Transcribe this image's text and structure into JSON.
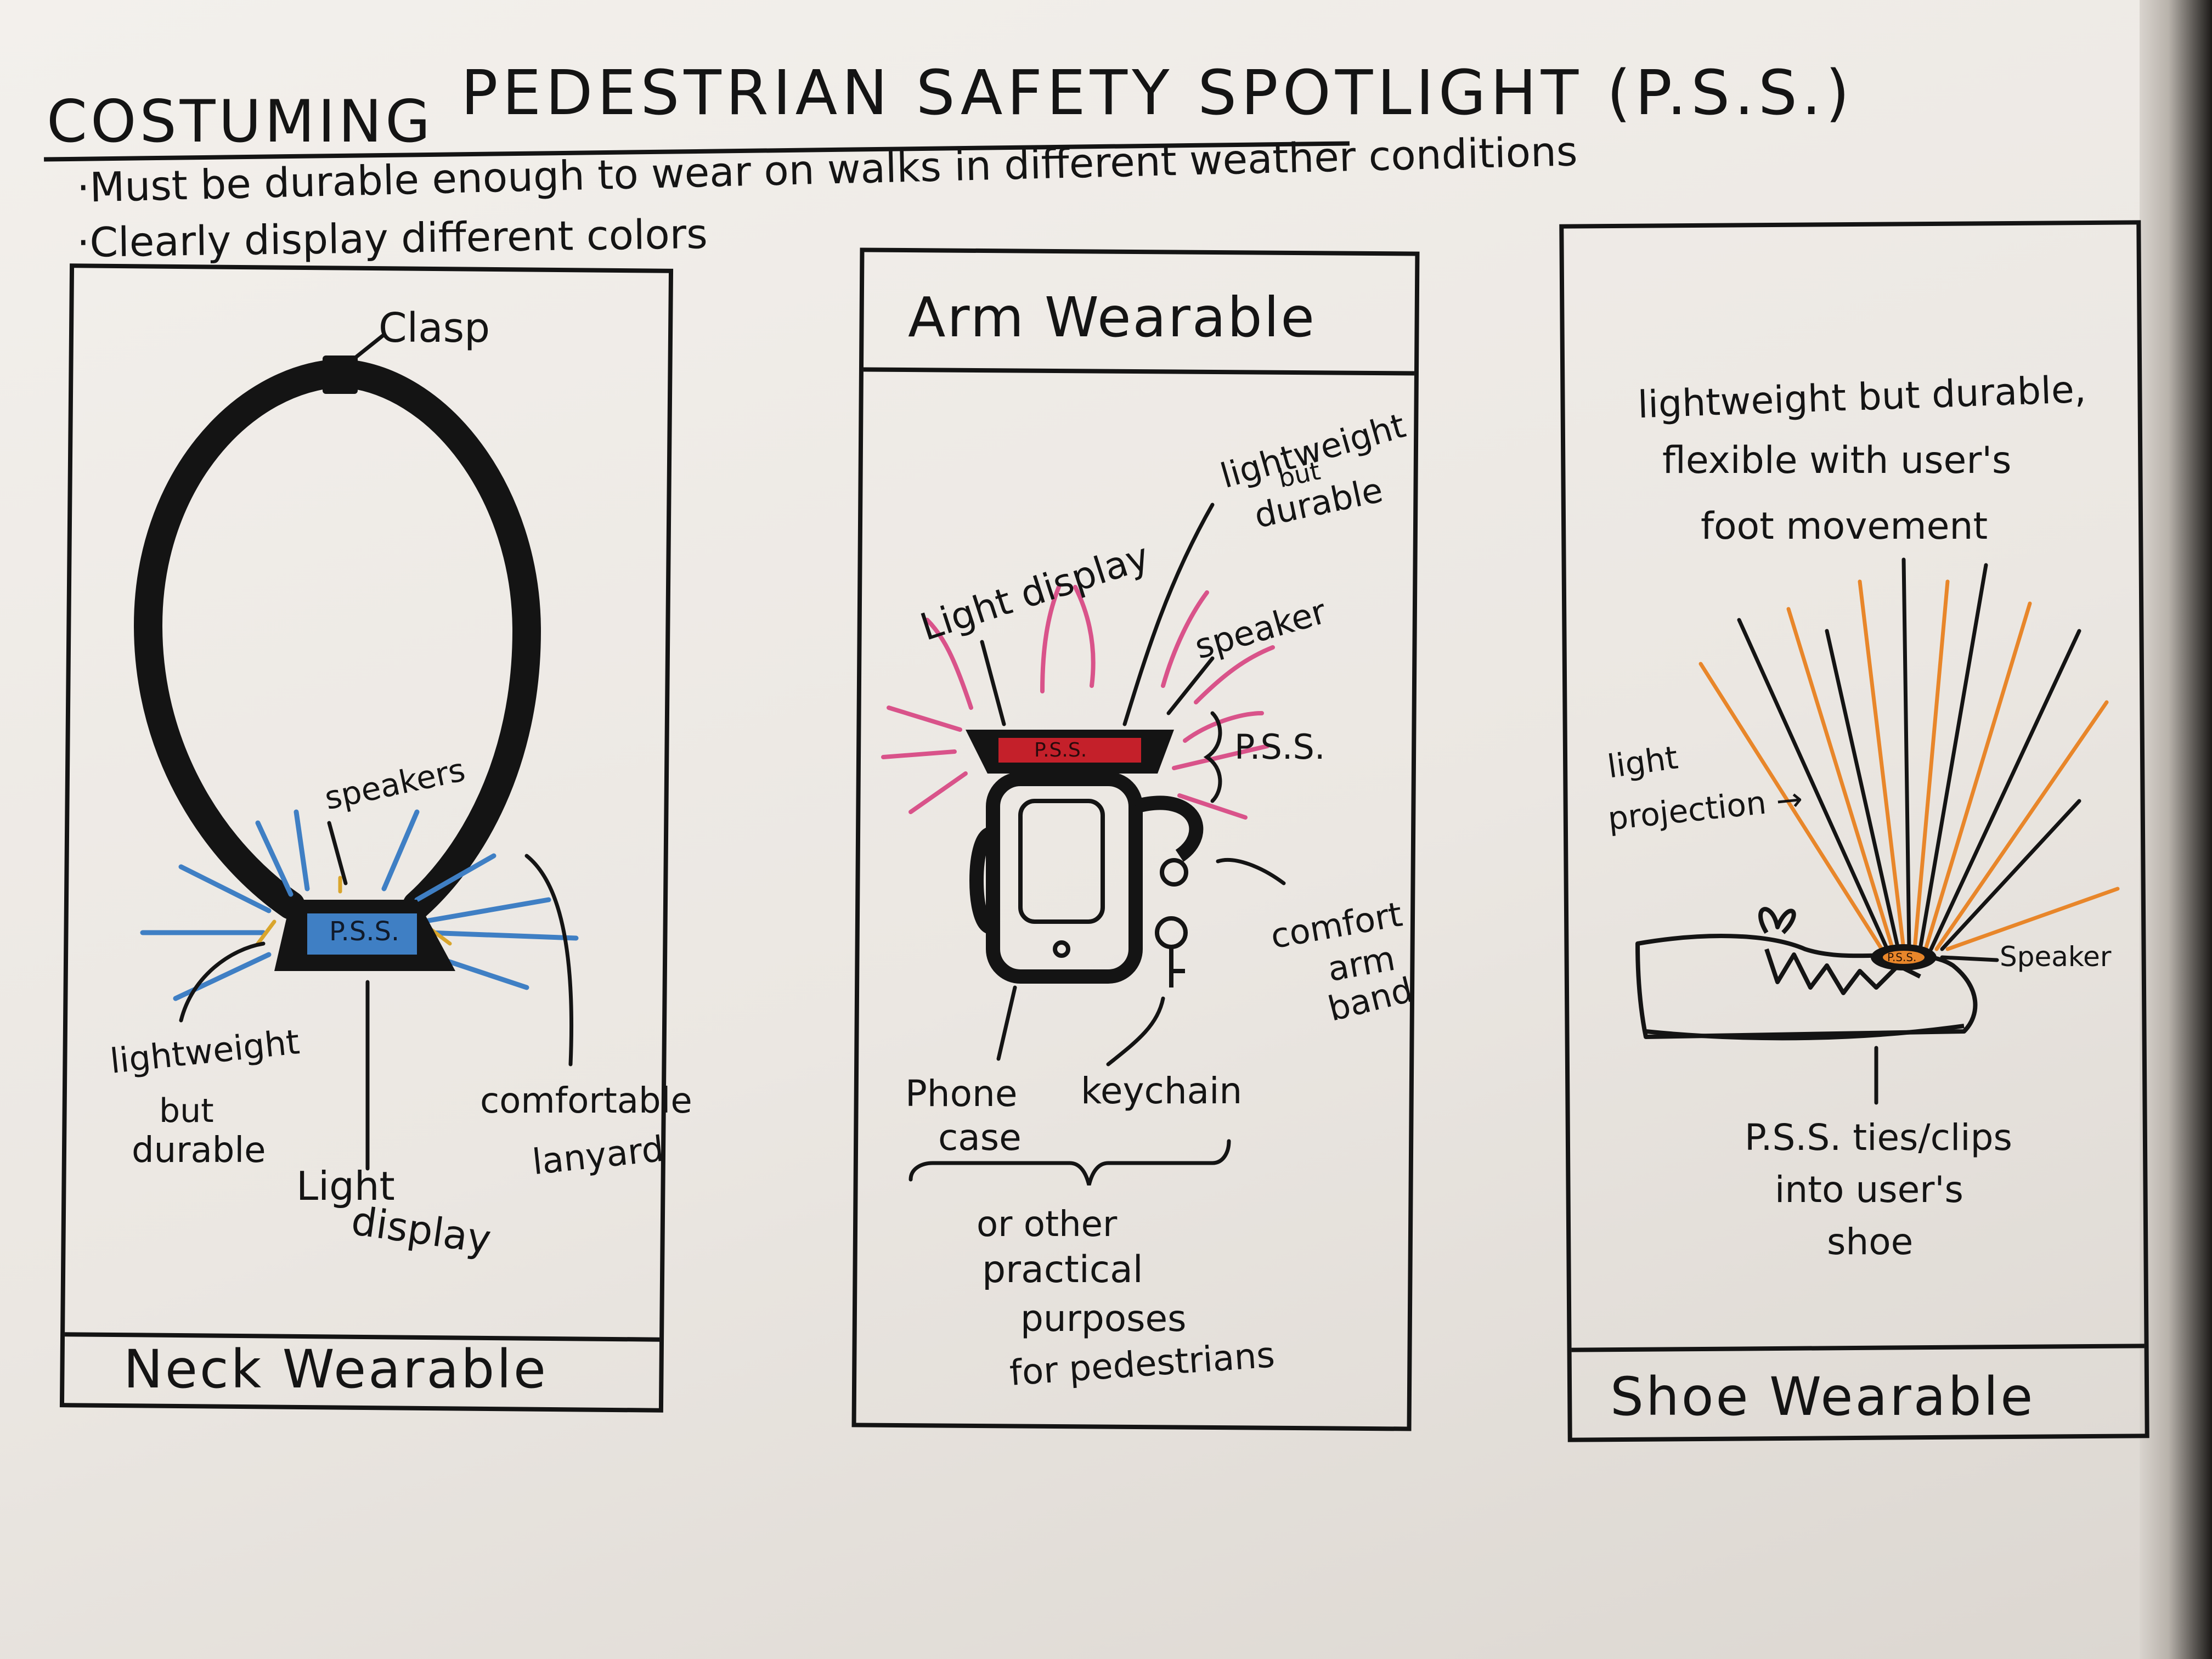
{
  "header": {
    "section": "COSTUMING",
    "title": "PEDESTRIAN SAFETY SPOTLIGHT (P.S.S.)"
  },
  "requirements": [
    "·Must be durable enough to wear on walks in different weather conditions",
    "·Clearly display different colors"
  ],
  "panels": {
    "neck": {
      "caption": "Neck Wearable",
      "device_label": "P.S.S.",
      "labels": {
        "clasp": "Clasp",
        "speakers": "speakers",
        "lightweight_1": "lightweight",
        "lightweight_2": "but",
        "lightweight_3": "durable",
        "light_display_1": "Light",
        "light_display_2": "display",
        "lanyard_1": "comfortable",
        "lanyard_2": "lanyard"
      }
    },
    "arm": {
      "caption": "Arm Wearable",
      "device_label": "P.S.S.",
      "labels": {
        "light_display": "Light display",
        "lightweight_1": "lightweight",
        "lightweight_2": "but",
        "lightweight_3": "durable",
        "speaker": "speaker",
        "pss": "P.S.S.",
        "comfort_1": "comfort",
        "comfort_2": "arm",
        "comfort_3": "band",
        "phone_1": "Phone",
        "phone_2": "case",
        "keychain": "keychain",
        "other_1": "or other",
        "other_2": "practical",
        "other_3": "purposes",
        "other_4": "for pedestrians"
      }
    },
    "shoe": {
      "caption": "Shoe Wearable",
      "device_label": "P.S.S.",
      "labels": {
        "top_1": "lightweight but durable,",
        "top_2": "flexible with user's",
        "top_3": "foot movement",
        "projection_1": "light",
        "projection_2": "projection →",
        "speaker": "Speaker",
        "ties_1": "P.S.S. ties/clips",
        "ties_2": "into user's",
        "ties_3": "shoe"
      }
    }
  },
  "colors": {
    "ink": "#141414",
    "neck_blue": "#3f7fc4",
    "arm_red": "#c4202a",
    "arm_pink": "#d9538a",
    "shoe_orange": "#e8862a",
    "accent_yellow": "#d9a52c"
  }
}
